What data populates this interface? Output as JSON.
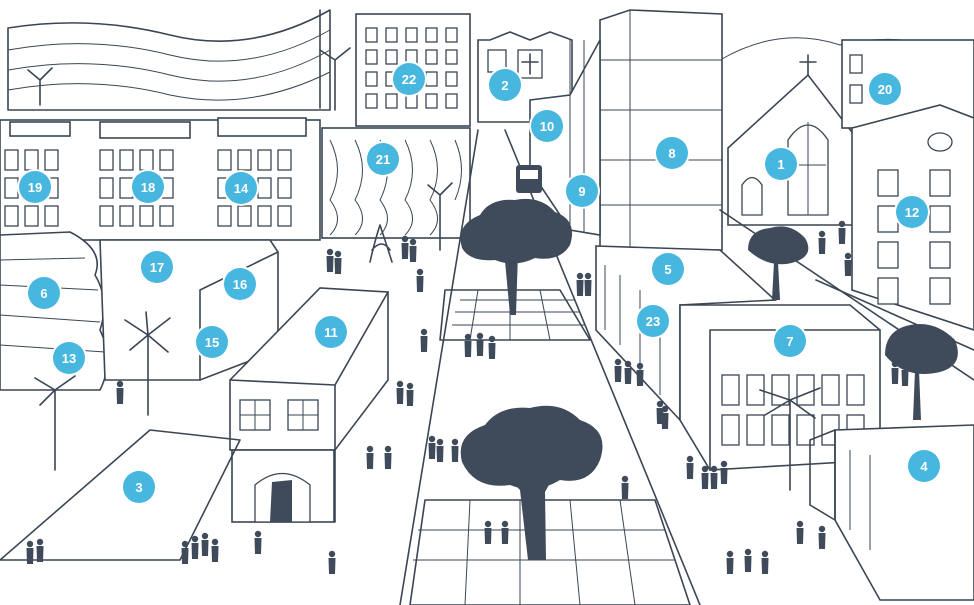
{
  "colors": {
    "marker": "#47b7e0",
    "ink": "#3a4654",
    "tree": "#3f4b5b",
    "background": "#ffffff"
  },
  "markers": [
    {
      "label": "1"
    },
    {
      "label": "2"
    },
    {
      "label": "3"
    },
    {
      "label": "4"
    },
    {
      "label": "5"
    },
    {
      "label": "6"
    },
    {
      "label": "7"
    },
    {
      "label": "8"
    },
    {
      "label": "9"
    },
    {
      "label": "10"
    },
    {
      "label": "11"
    },
    {
      "label": "12"
    },
    {
      "label": "13"
    },
    {
      "label": "14"
    },
    {
      "label": "15"
    },
    {
      "label": "16"
    },
    {
      "label": "17"
    },
    {
      "label": "18"
    },
    {
      "label": "19"
    },
    {
      "label": "20"
    },
    {
      "label": "21"
    },
    {
      "label": "22"
    },
    {
      "label": "23"
    }
  ]
}
